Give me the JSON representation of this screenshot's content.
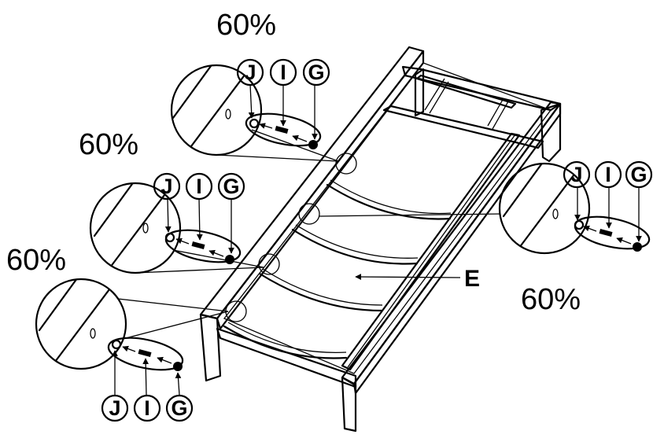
{
  "scale_labels": [
    "60%",
    "60%",
    "60%",
    "60%"
  ],
  "callout_letters": [
    "J",
    "I",
    "G"
  ],
  "part_label": "E",
  "colors": {
    "ink": "#000000",
    "paper": "#ffffff"
  }
}
